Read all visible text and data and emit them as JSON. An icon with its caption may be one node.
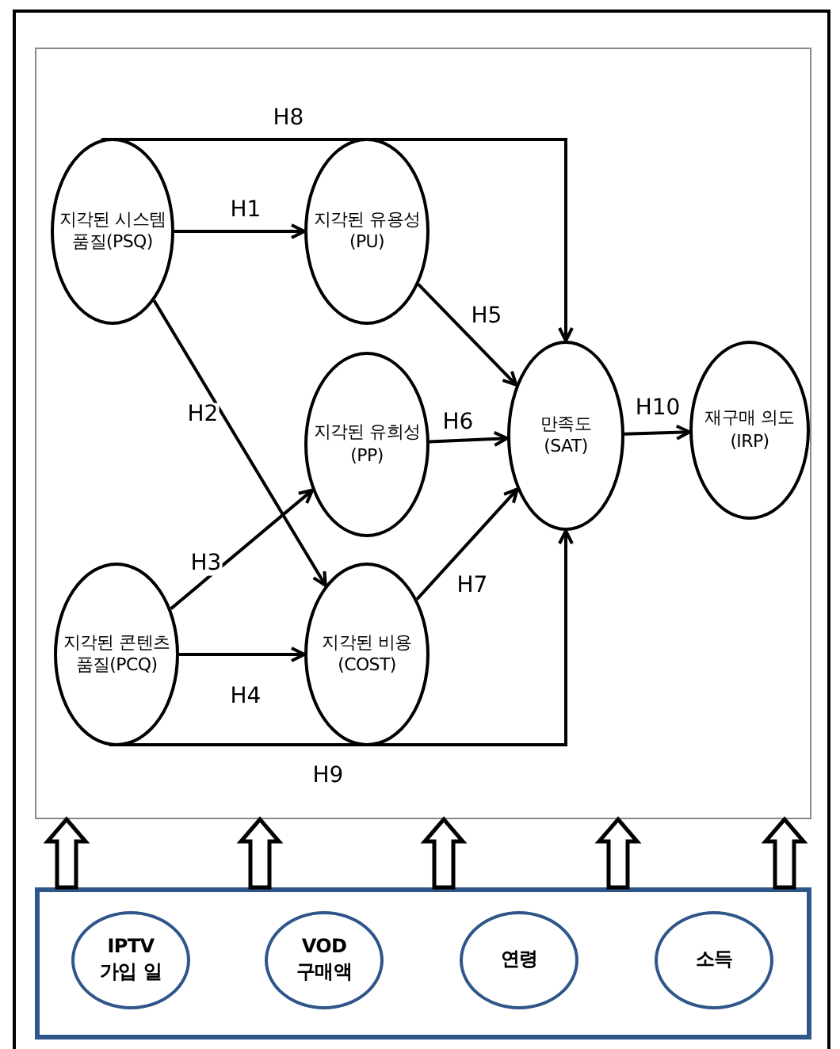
{
  "diagram": {
    "nodes": [
      {
        "text": [],
        "shape": "box"
      },
      {
        "text": [
          "지각된 시스템 품질(PSQ)"
        ],
        "in": 0
      },
      {
        "text": [
          "지각된 유용성 (PU)"
        ],
        "in": 0
      },
      {
        "text": [
          "지각된 유희성 (PP)"
        ],
        "in": 0
      },
      {
        "text": [
          "만족도 (SAT)"
        ],
        "in": 0
      },
      {
        "text": [
          "재구매 의도 (IRP)"
        ],
        "in": 0
      },
      {
        "text": [
          "지각된 콘텐츠 품질(PCQ)"
        ],
        "in": 0
      },
      {
        "text": [
          "지각된 비용 (COST)"
        ],
        "in": 0
      },
      {
        "text": [],
        "shape": "box"
      },
      {
        "text": [
          "IPTV 가입 일"
        ],
        "in": 8
      },
      {
        "text": [
          "VOD 구매액"
        ],
        "in": 8
      },
      {
        "text": [
          "연령"
        ],
        "in": 8
      },
      {
        "text": [
          "소득"
        ],
        "in": 8
      }
    ],
    "edges": [
      {
        "from": 1,
        "to": 4,
        "arrow": "to",
        "label": "H8"
      },
      {
        "from": 1,
        "to": 2,
        "arrow": "to",
        "label": "H1"
      },
      {
        "from": 1,
        "to": 7,
        "arrow": "to",
        "label": "H2"
      },
      {
        "from": 6,
        "to": 3,
        "arrow": "to",
        "label": "H3"
      },
      {
        "from": 6,
        "to": 7,
        "arrow": "to",
        "label": "H4"
      },
      {
        "from": 2,
        "to": 4,
        "arrow": "to",
        "label": "H5"
      },
      {
        "from": 3,
        "to": 4,
        "arrow": "to",
        "label": "H6"
      },
      {
        "from": 7,
        "to": 4,
        "arrow": "to",
        "label": "H7"
      },
      {
        "from": 6,
        "to": 4,
        "arrow": "to",
        "label": "H9"
      },
      {
        "from": 4,
        "to": 5,
        "arrow": "to",
        "label": "H10"
      },
      {
        "from": 8,
        "to": 0,
        "arrow": "to",
        "style": "thick"
      },
      {
        "from": 8,
        "to": 0,
        "arrow": "to",
        "style": "thick"
      },
      {
        "from": 8,
        "to": 0,
        "arrow": "to",
        "style": "thick"
      },
      {
        "from": 8,
        "to": 0,
        "arrow": "to",
        "style": "thick"
      },
      {
        "from": 8,
        "to": 0,
        "arrow": "to",
        "style": "thick"
      }
    ]
  }
}
